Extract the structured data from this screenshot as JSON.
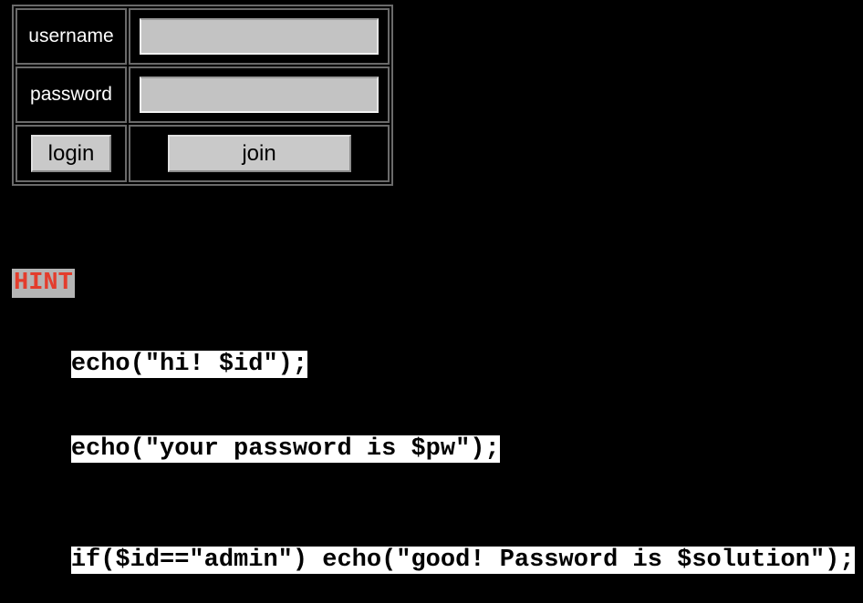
{
  "colors": {
    "page_bg": "#000000",
    "table_border": "#6a6a6a",
    "label_text": "#ffffff",
    "field_bg": "#c3c3c3",
    "button_bg": "#c9c9c9",
    "hint_bg": "#b5b5b5",
    "hint_text": "#e33d2d",
    "code_bg": "#ffffff",
    "code_text": "#000000"
  },
  "login_form": {
    "username_label": "username",
    "password_label": "password",
    "username_value": "",
    "password_value": "",
    "login_button_label": "login",
    "join_button_label": "join"
  },
  "hint": {
    "label": "HINT"
  },
  "code": {
    "block1": [
      "echo(\"hi! $id\");",
      "echo(\"your password is $pw\");"
    ],
    "block2": [
      "if($id==\"admin\") echo(\"good! Password is $solution\");"
    ]
  }
}
